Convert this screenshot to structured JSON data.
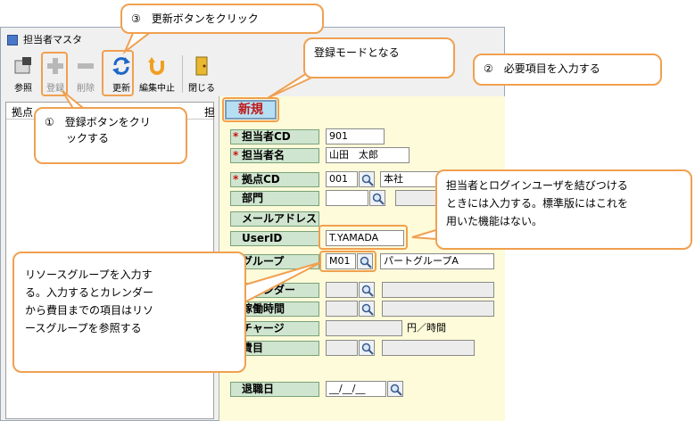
{
  "window": {
    "title": "担当者マスタ"
  },
  "toolbar": {
    "ref": "参照",
    "add": "登録",
    "del": "削除",
    "update": "更新",
    "cancel": "編集中止",
    "close": "閉じる"
  },
  "list": {
    "col1": "拠点",
    "col2": "担"
  },
  "form": {
    "mode": "新規",
    "tanto_cd": {
      "label": "担当者CD",
      "value": "901"
    },
    "tanto_name": {
      "label": "担当者名",
      "value": "山田　太郎"
    },
    "kyoten_cd": {
      "label": "拠点CD",
      "value": "001",
      "name": "本社"
    },
    "bumon": {
      "label": "部門"
    },
    "mail": {
      "label": "メールアドレス"
    },
    "userid": {
      "label": "UserID",
      "value": "T.YAMADA"
    },
    "group": {
      "label": "グループ",
      "value": "M01",
      "name": "パートグループA"
    },
    "calendar": {
      "label": "カレンダー"
    },
    "hours": {
      "label": "稼働時間"
    },
    "charge": {
      "label": "チャージ",
      "unit": "円／時間"
    },
    "cost": {
      "label": "費目"
    },
    "retire": {
      "label": "退職日",
      "value": "__/__/__"
    }
  },
  "callouts": {
    "step3": "③　更新ボタンをクリック",
    "mode": "登録モードとなる",
    "step2": "②　必要項目を入力する",
    "step1_a": "①　登録ボタンをクリ",
    "step1_b": "ックする",
    "user_a": "担当者とログインユーザを結びつける",
    "user_b": "ときには入力する。標準版にはこれを",
    "user_c": "用いた機能はない。",
    "group_a": "リソースグループを入力す",
    "group_b": "る。入力するとカレンダー",
    "group_c": "から費目までの項目はリソ",
    "group_d": "ースグループを参照する"
  },
  "colors": {
    "callout_border": "#f0a050",
    "form_bg": "#fdfbd9",
    "label_bg": "#cfe5cf",
    "badge_bg": "#b6dff3"
  }
}
